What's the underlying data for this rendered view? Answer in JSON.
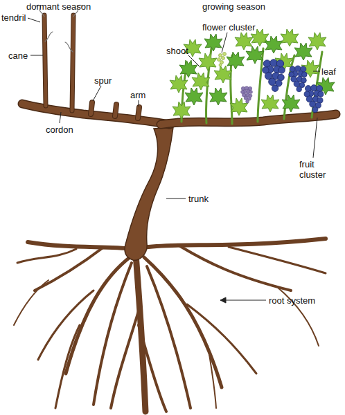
{
  "diagram": {
    "labels": [
      "dormant season",
      "growing season",
      "tendril",
      "flower cluster",
      "shoot",
      "cane",
      "leaf",
      "spur",
      "arm",
      "cordon",
      "fruit cluster",
      "trunk",
      "root system"
    ]
  }
}
